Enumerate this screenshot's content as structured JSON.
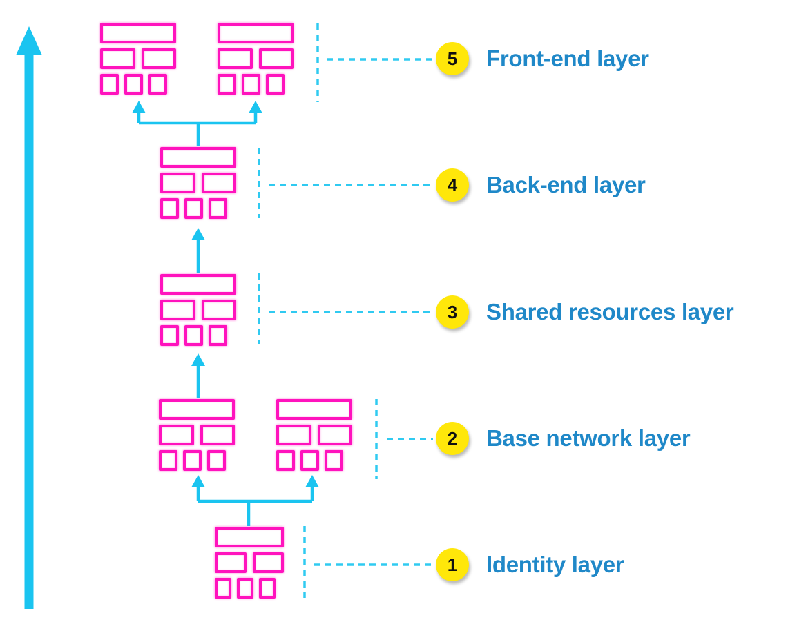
{
  "diagram": {
    "type": "layered-architecture-diagram",
    "flow_direction": "bottom-to-top",
    "colors": {
      "stack_magenta": "#ff13bd",
      "connector_cyan": "#1ac4f0",
      "label_blue": "#1f88c8",
      "badge_yellow": "#ffe70a",
      "badge_number_black": "#111111",
      "background": "#ffffff"
    },
    "icons": {
      "stack_icon": "cloudformation-stack-icon",
      "big_arrow_icon": "up-arrow"
    },
    "layers": [
      {
        "num": "5",
        "label": "Front-end layer",
        "stack_count": 2
      },
      {
        "num": "4",
        "label": "Back-end layer",
        "stack_count": 1
      },
      {
        "num": "3",
        "label": "Shared resources layer",
        "stack_count": 1
      },
      {
        "num": "2",
        "label": "Base network layer",
        "stack_count": 2
      },
      {
        "num": "1",
        "label": "Identity layer",
        "stack_count": 1
      }
    ]
  }
}
